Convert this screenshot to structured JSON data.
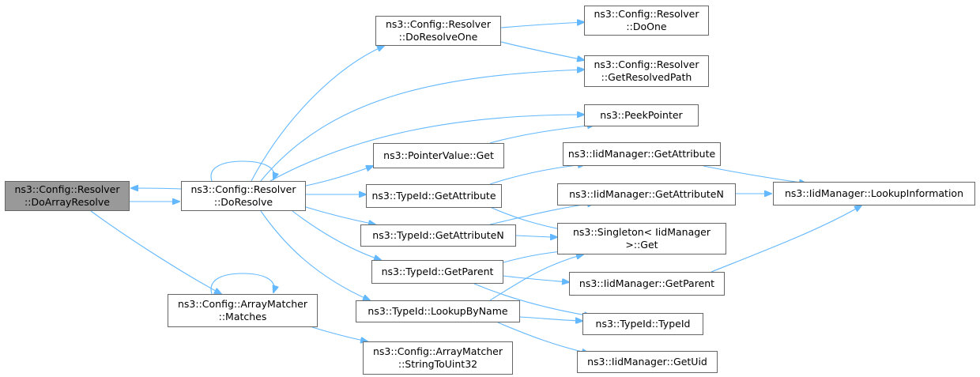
{
  "colors": {
    "edge": "#63b8ff",
    "node_border": "#666666",
    "current_fill": "#999999",
    "node_fill": "#ffffff"
  },
  "nodes": [
    {
      "id": "n0",
      "lines": [
        "ns3::Config::Resolver",
        "::DoArrayResolve"
      ],
      "current": true
    },
    {
      "id": "n1",
      "lines": [
        "ns3::Config::Resolver",
        "::DoResolve"
      ]
    },
    {
      "id": "n2",
      "lines": [
        "ns3::Config::ArrayMatcher",
        "::Matches"
      ]
    },
    {
      "id": "n3",
      "lines": [
        "ns3::Config::Resolver",
        "::DoResolveOne"
      ]
    },
    {
      "id": "n4",
      "lines": [
        "ns3::PointerValue::Get"
      ]
    },
    {
      "id": "n5",
      "lines": [
        "ns3::TypeId::GetAttribute"
      ]
    },
    {
      "id": "n6",
      "lines": [
        "ns3::TypeId::GetAttributeN"
      ]
    },
    {
      "id": "n7",
      "lines": [
        "ns3::TypeId::GetParent"
      ]
    },
    {
      "id": "n8",
      "lines": [
        "ns3::TypeId::LookupByName"
      ]
    },
    {
      "id": "n9",
      "lines": [
        "ns3::Config::ArrayMatcher",
        "::StringToUint32"
      ]
    },
    {
      "id": "n10",
      "lines": [
        "ns3::Config::Resolver",
        "::DoOne"
      ]
    },
    {
      "id": "n11",
      "lines": [
        "ns3::Config::Resolver",
        "::GetResolvedPath"
      ]
    },
    {
      "id": "n12",
      "lines": [
        "ns3::PeekPointer"
      ]
    },
    {
      "id": "n13",
      "lines": [
        "ns3::IidManager::GetAttribute"
      ]
    },
    {
      "id": "n14",
      "lines": [
        "ns3::IidManager::GetAttributeN"
      ]
    },
    {
      "id": "n15",
      "lines": [
        "ns3::Singleton< IidManager",
        ">::Get"
      ]
    },
    {
      "id": "n16",
      "lines": [
        "ns3::IidManager::GetParent"
      ]
    },
    {
      "id": "n17",
      "lines": [
        "ns3::TypeId::TypeId"
      ]
    },
    {
      "id": "n18",
      "lines": [
        "ns3::IidManager::GetUid"
      ]
    },
    {
      "id": "n19",
      "lines": [
        "ns3::IidManager::LookupInformation"
      ]
    }
  ],
  "edges": [
    [
      "n0",
      "n1"
    ],
    [
      "n1",
      "n0"
    ],
    [
      "n0",
      "n2"
    ],
    [
      "n2",
      "n2"
    ],
    [
      "n2",
      "n9"
    ],
    [
      "n1",
      "n1"
    ],
    [
      "n1",
      "n3"
    ],
    [
      "n1",
      "n11"
    ],
    [
      "n1",
      "n12"
    ],
    [
      "n1",
      "n4"
    ],
    [
      "n1",
      "n5"
    ],
    [
      "n1",
      "n6"
    ],
    [
      "n1",
      "n7"
    ],
    [
      "n1",
      "n8"
    ],
    [
      "n3",
      "n10"
    ],
    [
      "n3",
      "n11"
    ],
    [
      "n4",
      "n12"
    ],
    [
      "n5",
      "n13"
    ],
    [
      "n5",
      "n15"
    ],
    [
      "n6",
      "n14"
    ],
    [
      "n6",
      "n15"
    ],
    [
      "n7",
      "n15"
    ],
    [
      "n7",
      "n16"
    ],
    [
      "n7",
      "n17"
    ],
    [
      "n8",
      "n15"
    ],
    [
      "n8",
      "n17"
    ],
    [
      "n8",
      "n18"
    ],
    [
      "n13",
      "n19"
    ],
    [
      "n14",
      "n19"
    ],
    [
      "n16",
      "n19"
    ]
  ]
}
